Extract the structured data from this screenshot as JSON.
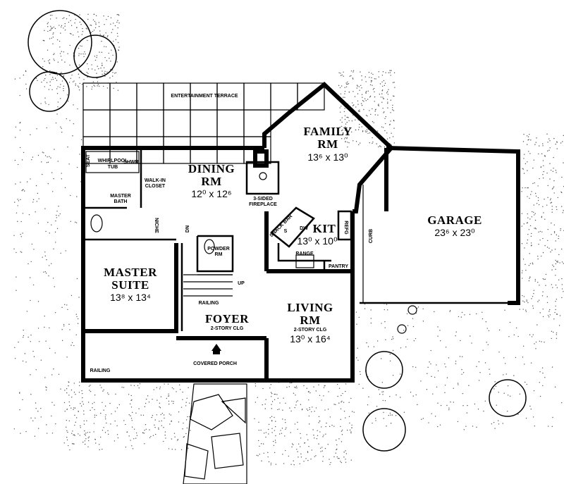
{
  "rooms": {
    "terrace": "ENTERTAINMENT TERRACE",
    "family": {
      "name": "FAMILY",
      "name2": "RM",
      "dim": "13⁶ x 13⁰"
    },
    "dining": {
      "name": "DINING",
      "name2": "RM",
      "dim": "12⁰ x 12⁶"
    },
    "fireplace": {
      "line1": "3-SIDED",
      "line2": "FIREPLACE"
    },
    "snack_bar": "SNACK BAR",
    "sink": "S",
    "dw": "DW",
    "kitchen": {
      "name": "KIT",
      "dim": "13⁰ x 10⁰"
    },
    "refg": "REFG",
    "range": "RANGE",
    "pantry": "PANTRY",
    "garage": {
      "name": "GARAGE",
      "dim": "23⁶ x 23⁰"
    },
    "curb": "CURB",
    "whirlpool": {
      "line1": "WHIRLPOOL",
      "line2": "TUB"
    },
    "seat": "SEAT",
    "shower": "SHWR",
    "closet": {
      "line1": "WALK-IN",
      "line2": "CLOSET"
    },
    "master_bath": {
      "line1": "MASTER",
      "line2": "BATH"
    },
    "niche": "NICHE",
    "stairs_down": "DN",
    "powder": {
      "line1": "POWDER",
      "line2": "RM"
    },
    "stairs_up": "UP",
    "master_suite": {
      "name": "MASTER",
      "name2": "SUITE",
      "dim": "13⁸ x 13⁴"
    },
    "railing_stair": "RAILING",
    "foyer": {
      "name": "FOYER",
      "note": "2-STORY CLG"
    },
    "living": {
      "name": "LIVING",
      "name2": "RM",
      "note": "2-STORY CLG",
      "dim": "13⁰ x 16⁴"
    },
    "porch": "COVERED PORCH",
    "railing_porch": "RAILING"
  }
}
